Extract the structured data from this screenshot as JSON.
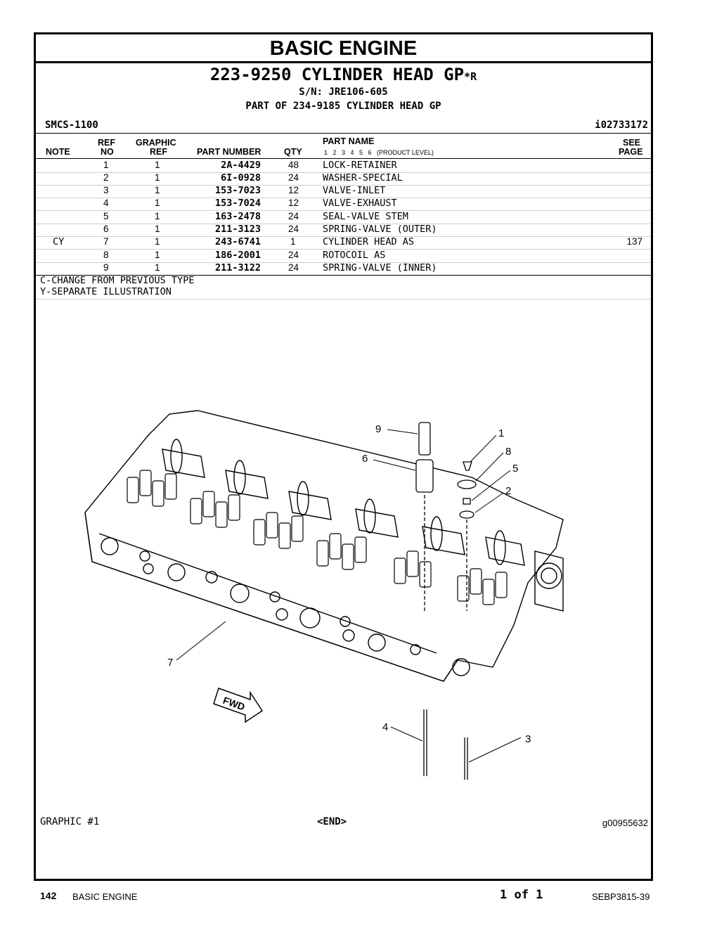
{
  "section_title": "BASIC ENGINE",
  "group": {
    "title": "223-9250 CYLINDER HEAD GP",
    "suffix": "*R",
    "serial": "S/N: JRE106-605",
    "part_of": "PART OF 234-9185 CYLINDER HEAD GP",
    "smcs": "SMCS-1100",
    "doc_id": "i02733172"
  },
  "table": {
    "headers": {
      "note": "NOTE",
      "ref_top": "REF",
      "ref_bottom": "NO",
      "graphic_top": "GRAPHIC",
      "graphic_bottom": "REF",
      "part_number": "PART NUMBER",
      "qty": "QTY",
      "part_name": "PART NAME",
      "levels": "1   2   3   4   5   6   (PRODUCT LEVEL)",
      "see_top": "SEE",
      "see_bottom": "PAGE"
    },
    "rows": [
      {
        "note": "",
        "ref": "1",
        "graphic": "1",
        "part_number": "2A-4429",
        "qty": "48",
        "name": "LOCK-RETAINER",
        "page": ""
      },
      {
        "note": "",
        "ref": "2",
        "graphic": "1",
        "part_number": "6I-0928",
        "qty": "24",
        "name": "WASHER-SPECIAL",
        "page": ""
      },
      {
        "note": "",
        "ref": "3",
        "graphic": "1",
        "part_number": "153-7023",
        "qty": "12",
        "name": "VALVE-INLET",
        "page": ""
      },
      {
        "note": "",
        "ref": "4",
        "graphic": "1",
        "part_number": "153-7024",
        "qty": "12",
        "name": "VALVE-EXHAUST",
        "page": ""
      },
      {
        "note": "",
        "ref": "5",
        "graphic": "1",
        "part_number": "163-2478",
        "qty": "24",
        "name": "SEAL-VALVE STEM",
        "page": ""
      },
      {
        "note": "",
        "ref": "6",
        "graphic": "1",
        "part_number": "211-3123",
        "qty": "24",
        "name": "SPRING-VALVE (OUTER)",
        "page": ""
      },
      {
        "note": "CY",
        "ref": "7",
        "graphic": "1",
        "part_number": "243-6741",
        "qty": "1",
        "name": "CYLINDER HEAD AS",
        "page": "137"
      },
      {
        "note": "",
        "ref": "8",
        "graphic": "1",
        "part_number": "186-2001",
        "qty": "24",
        "name": "ROTOCOIL AS",
        "page": ""
      },
      {
        "note": "",
        "ref": "9",
        "graphic": "1",
        "part_number": "211-3122",
        "qty": "24",
        "name": "SPRING-VALVE (INNER)",
        "page": ""
      }
    ]
  },
  "legend": [
    "C-CHANGE FROM PREVIOUS TYPE",
    "Y-SEPARATE ILLUSTRATION"
  ],
  "illustration": {
    "callouts": [
      "9",
      "1",
      "6",
      "8",
      "5",
      "2",
      "7",
      "4",
      "3"
    ],
    "fwd_label": "FWD"
  },
  "graphic_label": "GRAPHIC #1",
  "end_label": "<END>",
  "graphic_id": "g00955632",
  "footer": {
    "page_number": "142",
    "section": "BASIC ENGINE",
    "pages": "1 of 1",
    "doc_code": "SEBP3815-39"
  }
}
